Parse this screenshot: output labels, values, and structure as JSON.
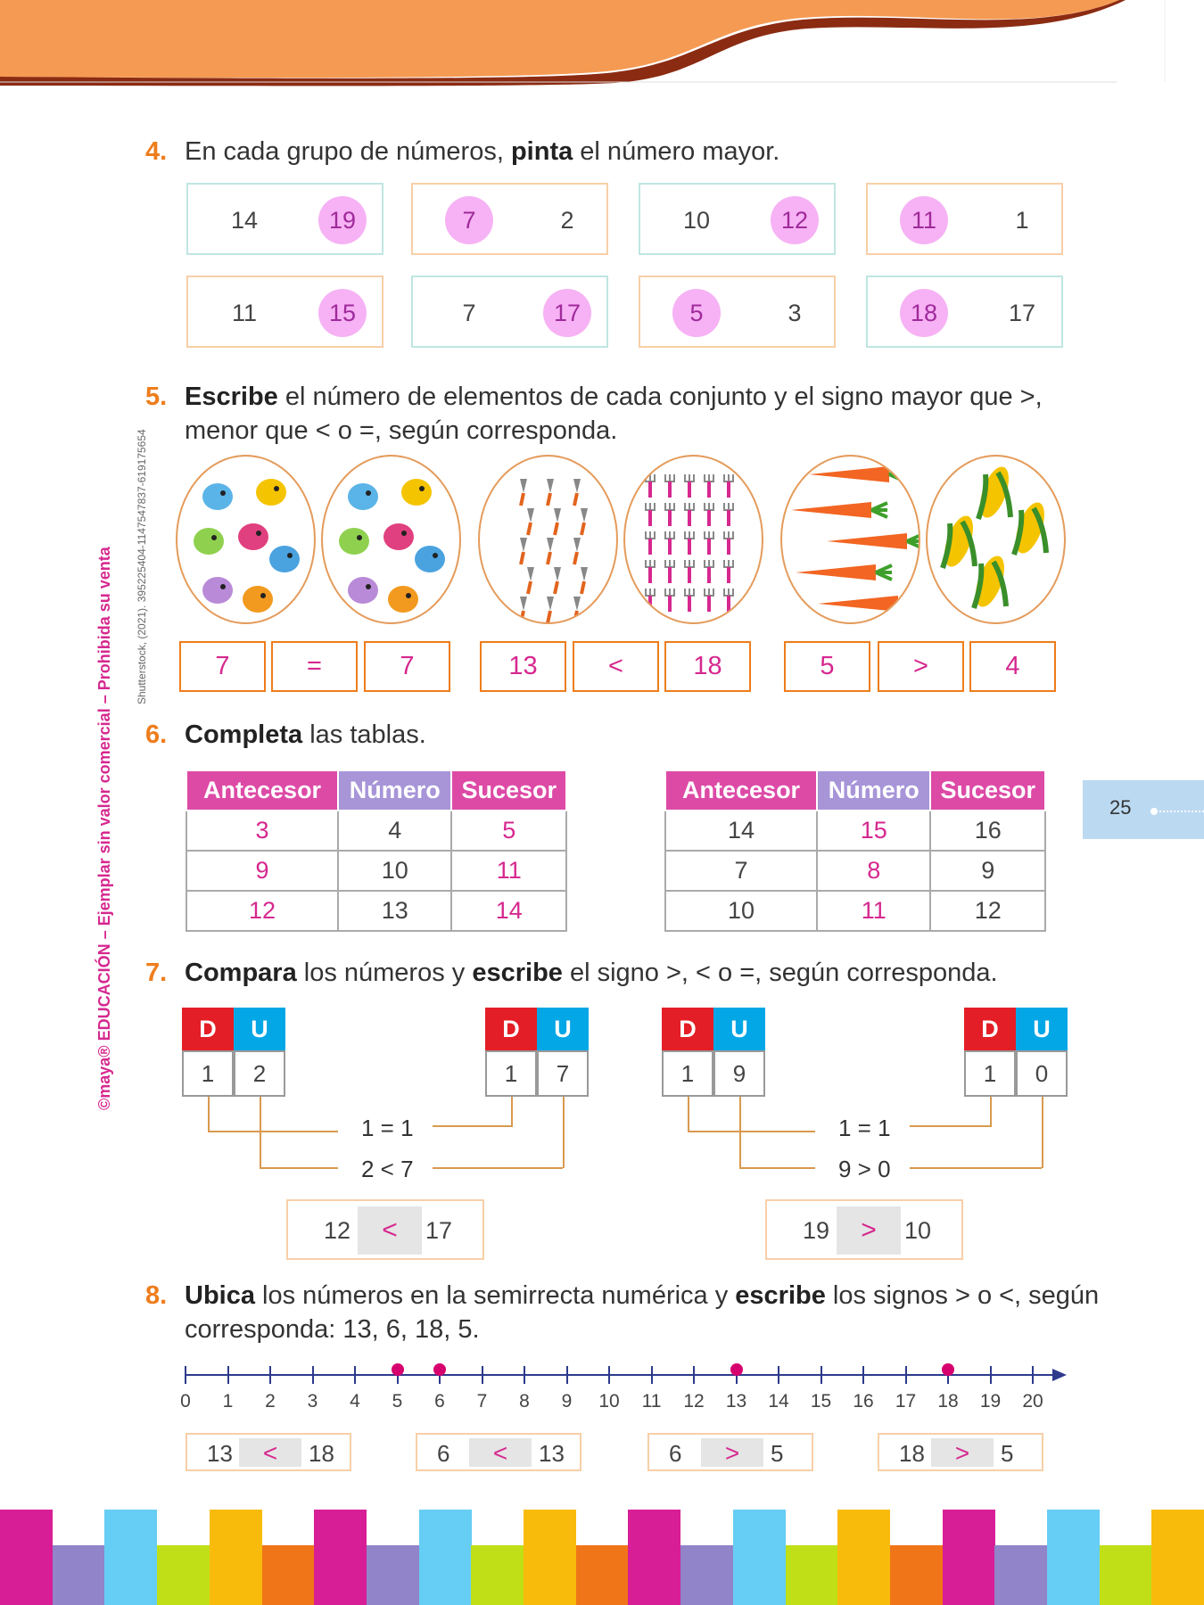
{
  "page_number": "25",
  "side_text": "©maya® EDUCACIÓN – Ejemplar sin valor comercial – Prohibida su venta",
  "credit": "Shutterstock, (2021). 395225404-1147547837-619175654",
  "q4": {
    "num": "4.",
    "pre": "En cada grupo de números, ",
    "bold": "pinta",
    "post": " el número mayor.",
    "groups": [
      [
        "14",
        "19",
        1
      ],
      [
        "7",
        "2",
        0
      ],
      [
        "10",
        "12",
        1
      ],
      [
        "11",
        "1",
        0
      ],
      [
        "11",
        "15",
        1
      ],
      [
        "7",
        "17",
        1
      ],
      [
        "5",
        "3",
        0
      ],
      [
        "18",
        "17",
        0
      ]
    ]
  },
  "q5": {
    "num": "5.",
    "bold": "Escribe",
    "line1": " el número de elementos de cada conjunto y el signo mayor que >,",
    "line2": "menor que < o =, según corresponda.",
    "sets": [
      {
        "left": "birds",
        "right": "birds",
        "a": "7",
        "sign": "=",
        "b": "7"
      },
      {
        "left": "trowels",
        "right": "forks",
        "a": "13",
        "sign": "<",
        "b": "18"
      },
      {
        "left": "carrots",
        "right": "corn",
        "a": "5",
        "sign": ">",
        "b": "4"
      }
    ]
  },
  "q6": {
    "num": "6.",
    "bold": "Completa",
    "post": " las tablas.",
    "headers": [
      "Antecesor",
      "Número",
      "Sucesor"
    ],
    "tables": [
      [
        [
          "3",
          "4",
          "5"
        ],
        [
          "9",
          "10",
          "11"
        ],
        [
          "12",
          "13",
          "14"
        ]
      ],
      [
        [
          "14",
          "15",
          "16"
        ],
        [
          "7",
          "8",
          "9"
        ],
        [
          "10",
          "11",
          "12"
        ]
      ]
    ],
    "answer_cols": [
      [
        0,
        2
      ],
      [
        1
      ]
    ]
  },
  "q7": {
    "num": "7.",
    "bold1": "Compara",
    "mid": " los números y ",
    "bold2": "escribe",
    "post": " el signo >, < o =, según corresponda.",
    "du_labels": [
      "D",
      "U"
    ],
    "pairs": [
      {
        "a": [
          "1",
          "2"
        ],
        "b": [
          "1",
          "7"
        ],
        "c1": "1 = 1",
        "c2": "2 < 7",
        "na": "12",
        "sign": "<",
        "nb": "17"
      },
      {
        "a": [
          "1",
          "9"
        ],
        "b": [
          "1",
          "0"
        ],
        "c1": "1 = 1",
        "c2": "9 > 0",
        "na": "19",
        "sign": ">",
        "nb": "10"
      }
    ]
  },
  "q8": {
    "num": "8.",
    "bold1": "Ubica",
    "mid": " los números en la semirrecta numérica y ",
    "bold2": "escribe",
    "post": " los signos > o <, según",
    "line2": "corresponda: 13, 6, 18, 5.",
    "ticks": [
      "0",
      "1",
      "2",
      "3",
      "4",
      "5",
      "6",
      "7",
      "8",
      "9",
      "10",
      "11",
      "12",
      "13",
      "14",
      "15",
      "16",
      "17",
      "18",
      "19",
      "20"
    ],
    "marked": [
      5,
      6,
      13,
      18
    ],
    "answers": [
      [
        "13",
        "<",
        "18"
      ],
      [
        "6",
        "<",
        "13"
      ],
      [
        "6",
        ">",
        "5"
      ],
      [
        "18",
        ">",
        "5"
      ]
    ]
  },
  "colors": {
    "accent": "#ee7d1c",
    "answer": "#d6288f",
    "highlight": "#f6b2f4"
  }
}
